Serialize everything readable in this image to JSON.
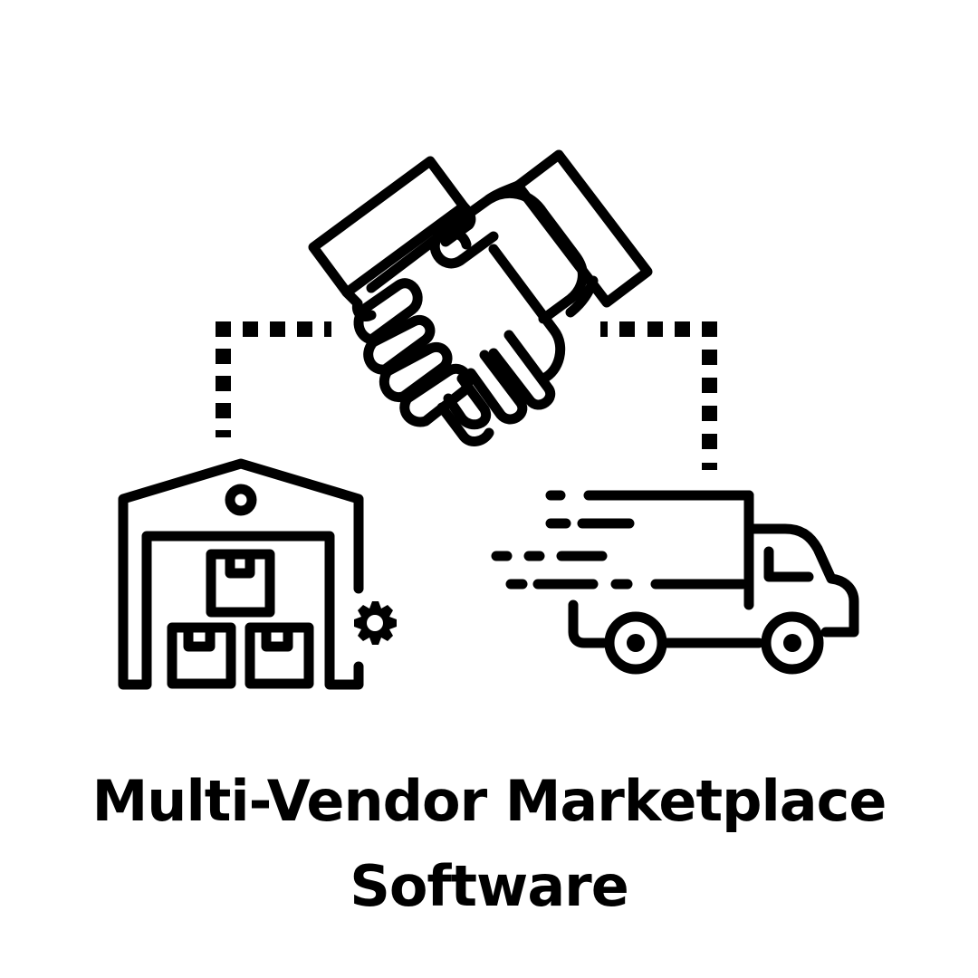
{
  "title": {
    "line1": "Multi-Vendor Marketplace",
    "line2": "Software"
  },
  "diagram": {
    "nodes": [
      {
        "id": "handshake",
        "icon": "handshake-icon",
        "role": "agreement"
      },
      {
        "id": "warehouse",
        "icon": "warehouse-icon",
        "role": "vendor"
      },
      {
        "id": "truck",
        "icon": "delivery-truck-icon",
        "role": "delivery"
      }
    ],
    "connectors": [
      {
        "from": "handshake",
        "to": "warehouse",
        "style": "dotted"
      },
      {
        "from": "handshake",
        "to": "truck",
        "style": "dotted"
      }
    ]
  },
  "colors": {
    "background": "#ffffff",
    "stroke": "#000000"
  }
}
